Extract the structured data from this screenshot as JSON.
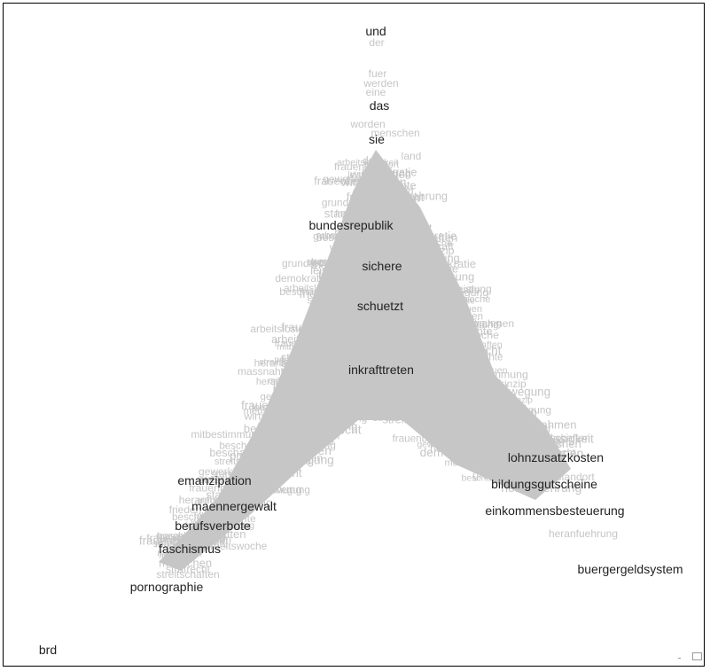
{
  "colors": {
    "foreground_text": "#222222",
    "background_text": "#c6c6c6",
    "background": "#ffffff",
    "frame": "#000000"
  },
  "terms": {
    "und": "und",
    "das": "das",
    "sie": "sie",
    "bundesrepublik": "bundesrepublik",
    "sichere": "sichere",
    "schuetzt": "schuetzt",
    "inkrafttreten": "inkrafttreten",
    "lohnzusatzkosten": "lohnzusatzkosten",
    "bildungsgutscheine": "bildungsgutscheine",
    "einkommensbesteuerung": "einkommensbesteuerung",
    "buergergeldsystem": "buergergeldsystem",
    "emanzipation": "emanzipation",
    "maennergewalt": "maennergewalt",
    "berufsverbote": "berufsverbote",
    "faschismus": "faschismus",
    "pornographie": "pornographie",
    "brd": "brd"
  },
  "faded_terms": {
    "der": "der",
    "fuer": "fuer",
    "werden": "werden",
    "eine": "eine",
    "worden": "worden",
    "menschen": "menschen",
    "land": "land",
    "frauen": "frauen",
    "grundrechte": "grundrechte",
    "demokratie": "demokratie",
    "beschaeftigung": "beschaeftigung",
    "arbeitslosigkeit": "arbeitslosigkeit",
    "kraft": "kraft",
    "leistung": "leistung",
    "massnahmen": "massnahmen",
    "mitbestimmung": "mitbestimmung",
    "prinzip": "prinzip",
    "wirtschaften": "wirtschaften",
    "standort": "standort",
    "heranfuehrung": "heranfuehrung",
    "gewerkschaften": "gewerkschaften",
    "frieden": "frieden",
    "frauenbewegung": "frauenbewegung",
    "strafrecht": "strafrecht",
    "streitschaften": "streitschaften",
    "arbeitswoche": "arbeitswoche",
    "rechte": "rechte"
  }
}
